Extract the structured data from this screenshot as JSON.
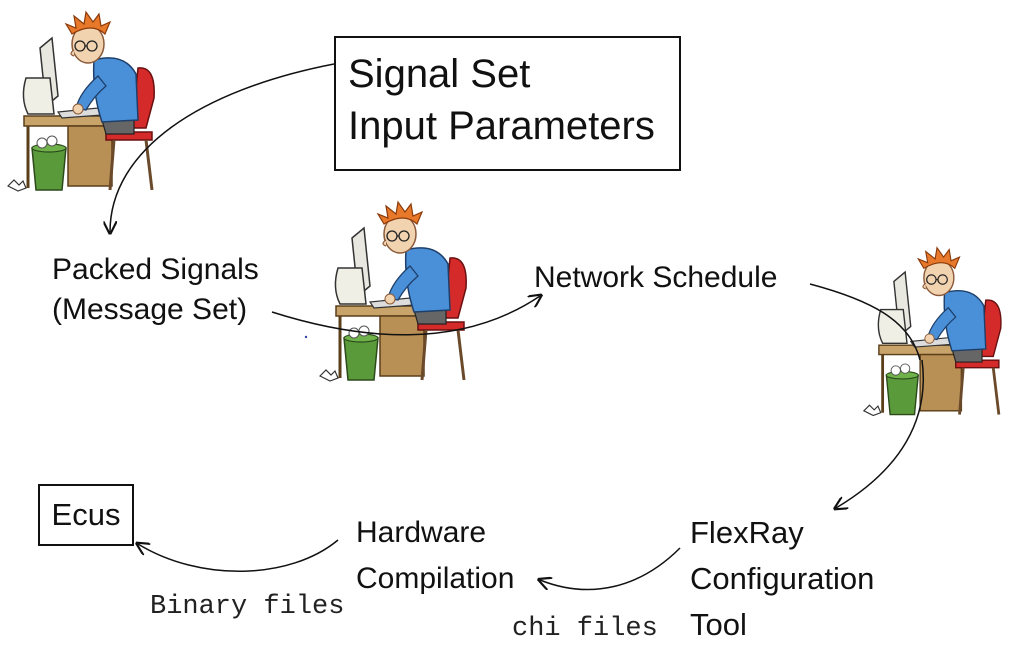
{
  "diagram": {
    "signal_set_box": {
      "line1": "Signal Set",
      "line2": "Input Parameters"
    },
    "packed_signals": {
      "line1": "Packed Signals",
      "line2": "(Message Set)"
    },
    "network_schedule": "Network Schedule",
    "flexray_tool": {
      "line1": "FlexRay",
      "line2": "Configuration",
      "line3": "Tool"
    },
    "hardware_compilation": {
      "line1": "Hardware",
      "line2": "Compilation"
    },
    "ecus_box": "Ecus",
    "binary_files": "Binary files",
    "chi_files": "chi files"
  },
  "colors": {
    "shirt": "#4a90d9",
    "hair": "#e8782a",
    "chair": "#d42a2a",
    "desk": "#c9a46a",
    "bin": "#5a9a3a",
    "skin": "#f2d3b0"
  },
  "icons": [
    "programmer-figure-1",
    "programmer-figure-2",
    "programmer-figure-3"
  ]
}
